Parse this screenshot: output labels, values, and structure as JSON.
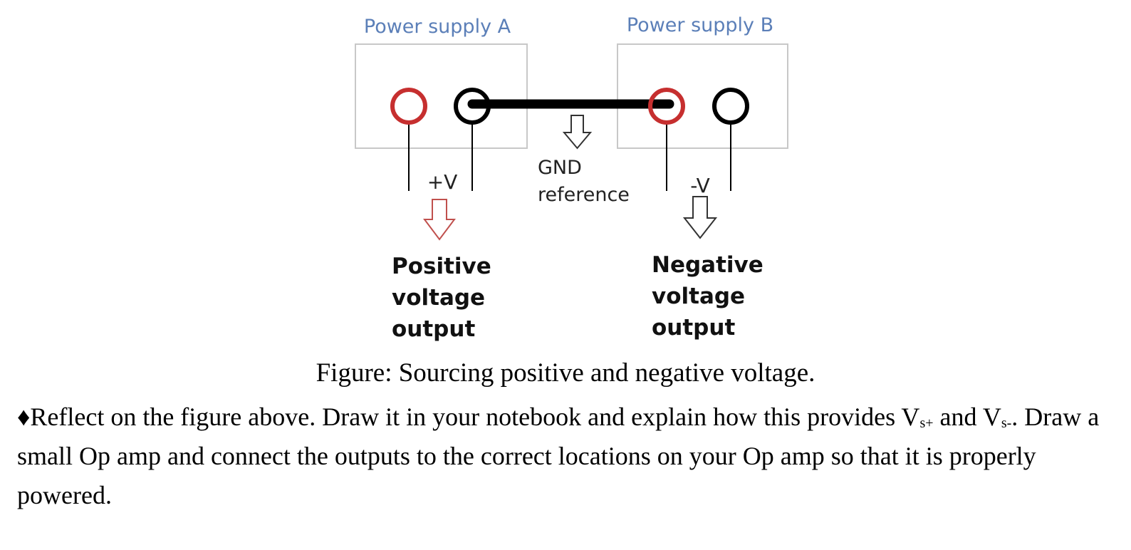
{
  "diagram": {
    "supply_a_label": "Power supply A",
    "supply_b_label": "Power supply B",
    "plus_v_label": "+V",
    "minus_v_label": "-V",
    "gnd_label_line1": "GND",
    "gnd_label_line2": "reference",
    "positive_output_lines": [
      "Positive",
      "voltage",
      "output"
    ],
    "negative_output_lines": [
      "Negative",
      "voltage",
      "output"
    ],
    "colors": {
      "label_blue": "#5b7fb8",
      "terminal_red": "#c62f2f",
      "arrow_red": "#c0504d",
      "box_border": "#c8c8c8",
      "wire": "#000000"
    }
  },
  "caption": "Figure: Sourcing positive and negative voltage.",
  "instruction": {
    "bullet": "♦",
    "text_1": "Reflect on the figure above. Draw it in your notebook and explain how this provides V",
    "sub_1": "s+",
    "text_2": " and V",
    "sub_2": "s-",
    "text_3": ". Draw a small Op amp and connect the outputs to the correct locations on your Op amp so that it is properly powered."
  }
}
